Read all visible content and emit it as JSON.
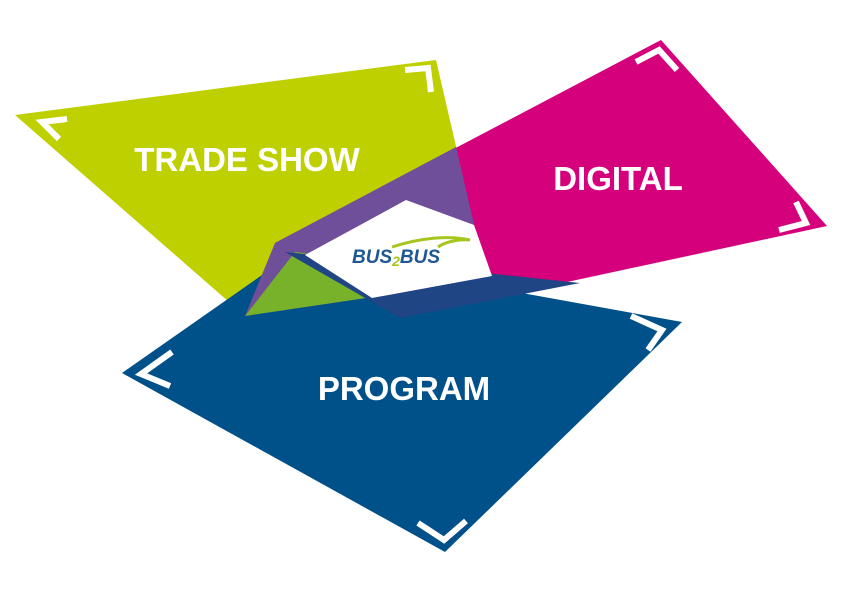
{
  "colors": {
    "trade_show": "#bfd000",
    "digital": "#d5007b",
    "program": "#005089",
    "overlap_trade_digital": "#6f4e9a",
    "overlap_digital_program": "#1f4585",
    "overlap_trade_program": "#77b22a",
    "center": "#ffffff",
    "logo_blue": "#1f5694",
    "logo_green": "#a6c51e"
  },
  "panels": {
    "trade_show": {
      "label": "TRADE SHOW"
    },
    "digital": {
      "label": "DIGITAL"
    },
    "program": {
      "label": "PROGRAM"
    }
  },
  "logo": {
    "part1": "BUS",
    "part2": "2",
    "part3": "BUS"
  }
}
